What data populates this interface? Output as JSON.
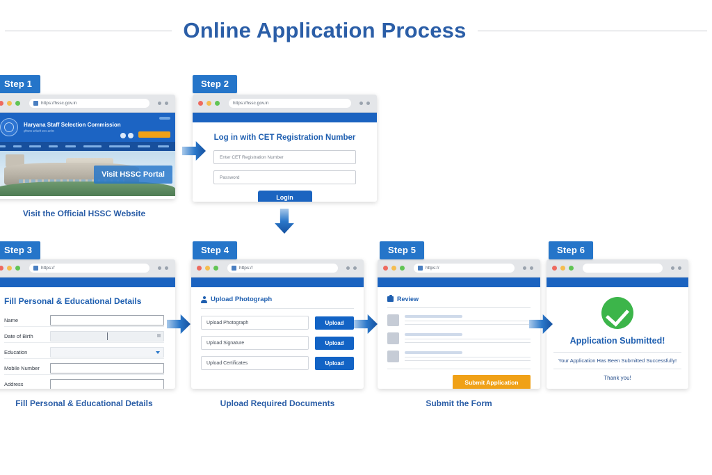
{
  "header": {
    "title": "Online Application Process"
  },
  "colors": {
    "brand_blue": "#2b5ea7",
    "step_badge": "#2575c9",
    "button_blue": "#1b64c0",
    "accent_orange": "#f0a117",
    "success_green": "#3cb54a"
  },
  "steps": [
    {
      "badge": "Step 1",
      "caption": "Visit the Official HSSC Website",
      "browser": {
        "url": "https://hssc.gov.in"
      },
      "site": {
        "org_name": "Haryana Staff Selection Commission",
        "org_sub": "हरियाणा कर्मचारी चयन आयोग",
        "portal_button": "Visit HSSC Portal"
      }
    },
    {
      "badge": "Step 2",
      "caption": "",
      "browser": {
        "url": "https://hssc.gov.in"
      },
      "login": {
        "heading": "Log in with CET Registration Number",
        "registration_placeholder": "Enter CET Registration Number",
        "password_placeholder": "Password",
        "submit_label": "Login"
      }
    },
    {
      "badge": "Step 3",
      "caption": "Fill Personal & Educational Details",
      "browser": {
        "url": "https://"
      },
      "form": {
        "heading": "Fill Personal & Educational Details",
        "fields": [
          {
            "label": "Name",
            "type": "text"
          },
          {
            "label": "Date of Birth",
            "type": "date"
          },
          {
            "label": "Education",
            "type": "select"
          },
          {
            "label": "Mobile Number",
            "type": "text"
          },
          {
            "label": "Address",
            "type": "text"
          }
        ]
      }
    },
    {
      "badge": "Step 4",
      "caption": "Upload Required Documents",
      "browser": {
        "url": "https://"
      },
      "upload": {
        "heading": "Upload Photograph",
        "rows": [
          {
            "label": "Upload Photograph",
            "button": "Upload"
          },
          {
            "label": "Upload Signature",
            "button": "Upload"
          },
          {
            "label": "Upload Certificates",
            "button": "Upload"
          }
        ]
      }
    },
    {
      "badge": "Step 5",
      "caption": "Submit the Form",
      "browser": {
        "url": "https://"
      },
      "review": {
        "heading": "Review",
        "row_count": 3,
        "submit_label": "Submit Application"
      }
    },
    {
      "badge": "Step 6",
      "caption": "",
      "browser": {
        "url": ""
      },
      "success": {
        "icon": "check-circle",
        "title": "Application Submitted!",
        "message": "Your Application Has Been Submitted Successfully!",
        "thanks": "Thank you!"
      }
    }
  ],
  "arrows": [
    {
      "name": "arrow-step1-to-step2",
      "direction": "right"
    },
    {
      "name": "arrow-step2-to-step3",
      "direction": "down"
    },
    {
      "name": "arrow-step3-to-step4",
      "direction": "right"
    },
    {
      "name": "arrow-step4-to-step5",
      "direction": "right"
    },
    {
      "name": "arrow-step5-to-step6",
      "direction": "right"
    }
  ]
}
